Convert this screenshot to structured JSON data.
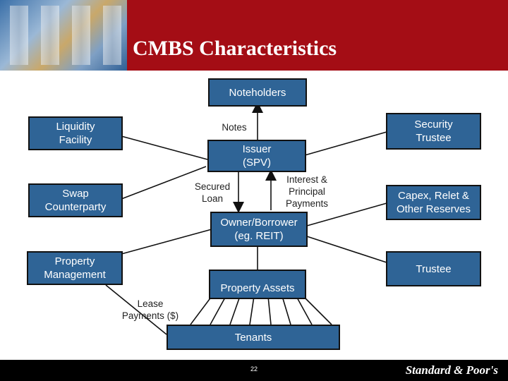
{
  "slide": {
    "title": "CMBS Characteristics",
    "page_number": "22",
    "brand": "Standard & Poor's"
  },
  "nodes": {
    "noteholders": "Noteholders",
    "liquidity_facility": "Liquidity\nFacility",
    "security_trustee": "Security\nTrustee",
    "issuer": "Issuer\n(SPV)",
    "swap_counterparty": "Swap\nCounterparty",
    "capex_reserves": "Capex, Relet &\nOther Reserves",
    "owner_borrower": "Owner/Borrower\n(eg. REIT)",
    "property_management": "Property\nManagement",
    "trustee": "Trustee",
    "property_assets": "Property Assets",
    "tenants": "Tenants"
  },
  "labels": {
    "notes": "Notes",
    "secured_loan": "Secured\nLoan",
    "interest_principal": "Interest &\nPrincipal\nPayments",
    "lease_payments": "Lease\nPayments ($)"
  },
  "colors": {
    "box_fill": "#2f6496",
    "header_red": "#a40d15"
  }
}
